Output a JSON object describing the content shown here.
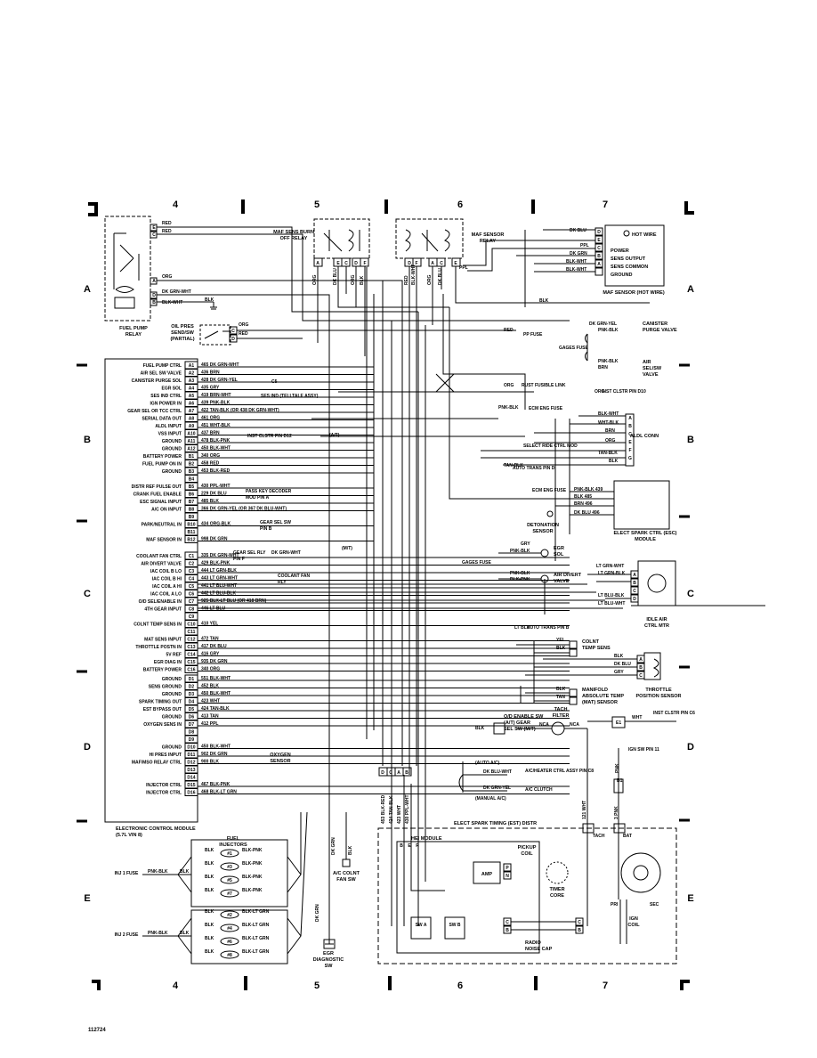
{
  "grid": {
    "columns": [
      "4",
      "5",
      "6",
      "7"
    ],
    "rows": [
      "A",
      "B",
      "C",
      "D",
      "E"
    ]
  },
  "figure_id": "112724",
  "components": {
    "fuel_pump_relay": "FUEL PUMP RELAY",
    "maf_burn_off_relay": "MAF SENS BURN OFF RELAY",
    "maf_sensor_relay": "MAF SENSOR RELAY",
    "maf_sensor": "MAF SENSOR (HOT WIRE)",
    "oil_pres_sw": "OIL PRES SEND/SW (PARTIAL)",
    "ecm": "ELECTRONIC CONTROL MODULE (5.7L VIN 8)",
    "fuel_injectors": "FUEL INJECTORS",
    "esc_module": "ELECT SPARK CTRL (ESC) MODULE",
    "detonation_sensor": "DETONATION SENSOR",
    "egr_sol": "EGR SOL",
    "air_divert_valve": "AIR DIVERT VALVE",
    "idle_air_ctrl_mtr": "IDLE AIR CTRL MTR",
    "colnt_temp_sens": "COLNT TEMP SENS",
    "throttle_position_sensor": "THROTTLE POSITION SENSOR",
    "manifold_abs_temp_sensor": "MANIFOLD ABSOLUTE TEMP (MAT) SENSOR",
    "oxygen_sensor": "OXYGEN SENSOR",
    "tach_filter": "TACH FILTER",
    "hei_module": "HEI MODULE",
    "est_distr": "ELECT SPARK TIMING (EST) DISTR",
    "pickup_coil": "PICKUP COIL",
    "timer_core": "TIMER CORE",
    "ign_coil": "IGN COIL",
    "radio_noise_cap": "RADIO NOISE CAP",
    "aldl_conn": "ALDL CONN",
    "canister_purge_valve": "CANISTER PURGE VALVE",
    "air_sel_sw_valve": "AIR SEL/SW VALVE",
    "colnt_fan_sw": "A/C COLNT FAN SW",
    "egr_diagnostic_sw": "EGR DIAGNOSTIC SW",
    "gear_sel_sw": "O/D ENABLE SW (A/T) GEAR SEL SW (M/T)"
  },
  "maf_sensor_pins": [
    "POWER",
    "SENS OUTPUT",
    "SENS COMMON",
    "GROUND"
  ],
  "maf_sensor_top": "HOT WIRE",
  "ecm_pins": [
    {
      "label": "FUEL PUMP CTRL",
      "pin": "A1",
      "wire": "465 DK GRN-WHT"
    },
    {
      "label": "AIR SEL SW VALVE",
      "pin": "A2",
      "wire": "436 BRN"
    },
    {
      "label": "CANISTER PURGE SOL",
      "pin": "A3",
      "wire": "428 DK GRN-YEL"
    },
    {
      "label": "EGR SOL",
      "pin": "A4",
      "wire": "435 GRY"
    },
    {
      "label": "SES IND CTRL",
      "pin": "A5",
      "wire": "419 BRN-WHT"
    },
    {
      "label": "IGN POWER IN",
      "pin": "A6",
      "wire": "439 PNK-BLK"
    },
    {
      "label": "GEAR SEL OR TCC CTRL",
      "pin": "A7",
      "wire": "422 TAN-BLK (OR 438 DK GRN-WHT)"
    },
    {
      "label": "SERIAL DATA OUT",
      "pin": "A8",
      "wire": "461 ORG"
    },
    {
      "label": "ALDL INPUT",
      "pin": "A9",
      "wire": "451 WHT-BLK"
    },
    {
      "label": "VSS INPUT",
      "pin": "A10",
      "wire": "437 BRN"
    },
    {
      "label": "GROUND",
      "pin": "A11",
      "wire": "478 BLK-PNK"
    },
    {
      "label": "GROUND",
      "pin": "A12",
      "wire": "450 BLK-WHT"
    },
    {
      "label": "BATTERY POWER",
      "pin": "B1",
      "wire": "340 ORG"
    },
    {
      "label": "FUEL PUMP ON IN",
      "pin": "B2",
      "wire": "458 RED"
    },
    {
      "label": "GROUND",
      "pin": "B3",
      "wire": "453 BLK-RED"
    },
    {
      "label": "",
      "pin": "B4",
      "wire": ""
    },
    {
      "label": "DISTR REF PULSE OUT",
      "pin": "B5",
      "wire": "430 PPL-WHT"
    },
    {
      "label": "CRANK FUEL ENABLE",
      "pin": "B6",
      "wire": "229 DK BLU"
    },
    {
      "label": "ESC SIGNAL INPUT",
      "pin": "B7",
      "wire": "485 BLK"
    },
    {
      "label": "A/C ON INPUT",
      "pin": "B8",
      "wire": "366 DK GRN-YEL (OR 367 DK BLU-WHT)"
    },
    {
      "label": "",
      "pin": "B9",
      "wire": ""
    },
    {
      "label": "PARK/NEUTRAL IN",
      "pin": "B10",
      "wire": "434 ORG-BLK"
    },
    {
      "label": "",
      "pin": "B11",
      "wire": ""
    },
    {
      "label": "MAF SENSOR IN",
      "pin": "B12",
      "wire": "998 DK GRN"
    },
    {
      "label": "COOLANT FAN CTRL",
      "pin": "C1",
      "wire": "335 DK GRN-WHT"
    },
    {
      "label": "AIR DIVERT VALVE",
      "pin": "C2",
      "wire": "429 BLK-PNK"
    },
    {
      "label": "IAC COIL B LO",
      "pin": "C3",
      "wire": "444 LT GRN-BLK"
    },
    {
      "label": "IAC COIL B HI",
      "pin": "C4",
      "wire": "443 LT GRN-WHT"
    },
    {
      "label": "IAC COIL A HI",
      "pin": "C5",
      "wire": "441 LT BLU-WHT"
    },
    {
      "label": "IAC COIL A LO",
      "pin": "C6",
      "wire": "442 LT BLU-BLK"
    },
    {
      "label": "O/D SEL/ENABLE IN",
      "pin": "C7",
      "wire": "925 BLK-LT BLU (OR 418 BRN)"
    },
    {
      "label": "4TH GEAR INPUT",
      "pin": "C8",
      "wire": "446 LT BLU"
    },
    {
      "label": "",
      "pin": "C9",
      "wire": ""
    },
    {
      "label": "COLNT TEMP SENS IN",
      "pin": "C10",
      "wire": "410 YEL"
    },
    {
      "label": "",
      "pin": "C11",
      "wire": ""
    },
    {
      "label": "MAT SENS INPUT",
      "pin": "C12",
      "wire": "472 TAN"
    },
    {
      "label": "THROTTLE POSTN IN",
      "pin": "C13",
      "wire": "417 DK BLU"
    },
    {
      "label": "5V REF",
      "pin": "C14",
      "wire": "416 GRY"
    },
    {
      "label": "EGR DIAG IN",
      "pin": "C15",
      "wire": "935 DK GRN"
    },
    {
      "label": "BATTERY POWER",
      "pin": "C16",
      "wire": "340 ORG"
    },
    {
      "label": "GROUND",
      "pin": "D1",
      "wire": "551 BLK-WHT"
    },
    {
      "label": "SENS GROUND",
      "pin": "D2",
      "wire": "452 BLK"
    },
    {
      "label": "GROUND",
      "pin": "D3",
      "wire": "450 BLK-WHT"
    },
    {
      "label": "SPARK TIMING OUT",
      "pin": "D4",
      "wire": "423 WHT"
    },
    {
      "label": "EST BYPASS OUT",
      "pin": "D5",
      "wire": "424 TAN-BLK"
    },
    {
      "label": "GROUND",
      "pin": "D6",
      "wire": "413 TAN"
    },
    {
      "label": "OXYGEN SENS IN",
      "pin": "D7",
      "wire": "412 PPL"
    },
    {
      "label": "",
      "pin": "D8",
      "wire": ""
    },
    {
      "label": "",
      "pin": "D9",
      "wire": ""
    },
    {
      "label": "GROUND",
      "pin": "D10",
      "wire": "450 BLK-WHT"
    },
    {
      "label": "HI PRES INPUT",
      "pin": "D11",
      "wire": "902 DK GRN"
    },
    {
      "label": "MAF/MSO RELAY CTRL",
      "pin": "D12",
      "wire": "900 BLK"
    },
    {
      "label": "",
      "pin": "D13",
      "wire": ""
    },
    {
      "label": "",
      "pin": "D14",
      "wire": ""
    },
    {
      "label": "INJECTOR CTRL",
      "pin": "D15",
      "wire": "467 BLK-PNK"
    },
    {
      "label": "INJECTOR CTRL",
      "pin": "D16",
      "wire": "468 BLK-LT GRN"
    }
  ],
  "ecm_notes": {
    "ses_ind": "SES IND (TELLTALE ASSY)",
    "inst_clstr_d12": "INST CLSTR PIN D12",
    "at": "(A/T)",
    "mt": "(M/T)",
    "pass_key": "PASS KEY DECODER MOD PIN A",
    "gear_sel_sw_pin_b": "GEAR SEL SW PIN B",
    "gear_sel_rly": "GEAR SEL RLY PIN F",
    "gear_sel_rly_wire": "DK GRN-WHT",
    "coolant_fan_rly": "COOLANT FAN RLY",
    "c5": "C5"
  },
  "right_labels": {
    "canister_wire_1": "DK GRN-YEL",
    "canister_wire_2": "PNK-BLK",
    "gages_fuse": "GAGES FUSE",
    "air_sel_wire": "PNK-BLK",
    "air_sel_wire2": "BRN",
    "pp_fuse": "PP FUSE",
    "pp_wire": "RED",
    "rust_fusible": "RUST FUSIBLE LINK",
    "rust_wire": "ORG",
    "inst_clstr_d10": "INST CLSTR PIN D10",
    "inst_wire": "ORG",
    "ecm_eng_fuse": "ECM ENG FUSE",
    "ecm_eng_wire": "PNK-BLK",
    "select_ride": "SELECT RIDE CTRL MOD",
    "blk_wht": "BLK-WHT",
    "wht_blk": "WHT-BLK",
    "brn": "BRN",
    "orgw": "ORG",
    "tan_blk": "TAN-BLK",
    "blk": "BLK",
    "auto_trans_d": "AUTO TRANS PIN D",
    "ecm_eng_fuse2": "ECM ENG FUSE",
    "esc_w1": "PNK-BLK 439",
    "esc_w2": "BLK 485",
    "esc_w3": "BRN 496",
    "esc_w4": "DK BLU 496",
    "egr_gry": "GRY",
    "egr_pnk": "PNK-BLK",
    "air_pnk": "PNK-BLK",
    "air_blk": "BLK-PNK",
    "gages_fuse2": "GAGES FUSE",
    "iac_w1": "LT GRN-WHT",
    "iac_w2": "LT GRN-BLK",
    "iac_w3": "LT BLU-BLK",
    "iac_w4": "LT BLU-WHT",
    "auto_trans_b": "AUTO TRANS PIN B",
    "lt_blu": "LT BLU",
    "colnt_yel": "YEL",
    "colnt_blk": "BLK",
    "tps_blk": "BLK",
    "tps_dkblu": "DK BLU",
    "tps_gry": "GRY",
    "mat_blk": "BLK",
    "mat_tan": "TAN",
    "inst_clstr_c6": "INST CLSTR PIN C6",
    "wht": "WHT",
    "e1": "E1",
    "blk_gs": "BLK",
    "nca": "NCA",
    "ign_sw_pin": "IGN SW PIN 11",
    "pnk": "PNK",
    "auto_ac": "(AUTO A/C)",
    "dkblu_wht": "DK BLU-WHT",
    "ac_heater": "A/C/HEATER CTRL ASSY PIN C8",
    "dkgrn_yel": "DK GRN-YEL",
    "ac_clutch": "A/C CLUTCH",
    "manual_ac": "(MANUAL A/C)",
    "tach": "TACH",
    "bat": "BAT",
    "w121": "121 WHT",
    "w3": "3 PNK",
    "b1": "B1",
    "blk_maf": "BLK",
    "dk_blu": "DK BLU",
    "ppl": "PPL",
    "dk_grn": "DK GRN",
    "blk_wht_maf": "BLK-WHT",
    "blk_wht2": "BLK-WHT",
    "ppl2": "PPL",
    "org_fp": "ORG",
    "red1": "RED",
    "red2": "RED",
    "dkgrnwht": "DK GRN-WHT",
    "blkwht": "BLK-WHT",
    "blk_fp": "BLK",
    "org_op": "ORG",
    "red_op": "RED"
  },
  "hei": {
    "amp": "AMP",
    "sw_a": "SW A",
    "sw_b": "SW B",
    "pri": "PRI",
    "sec": "SEC",
    "d_pins": [
      "D",
      "C",
      "A",
      "B"
    ],
    "d_wires": [
      "453 BLK-RED",
      "424 TAN-BLK",
      "423 WHT",
      "430 PPL-WHT"
    ],
    "hei_pins": [
      "B",
      "E",
      "R"
    ],
    "pu_pins": [
      "P",
      "N"
    ],
    "cb": [
      "C",
      "B"
    ],
    "coil_cb": [
      "C",
      "B"
    ]
  },
  "injectors": {
    "inj1_fuse": "INJ 1 FUSE",
    "inj2_fuse": "INJ 2 FUSE",
    "pnk_blk": "PNK-BLK",
    "blk": "BLK",
    "bank1": [
      "#1",
      "#3",
      "#5",
      "#7"
    ],
    "bank2": [
      "#2",
      "#4",
      "#6",
      "#8"
    ],
    "bank1_wire": "BLK-PNK",
    "bank2_wire": "BLK-LT GRN"
  },
  "lower_labels": {
    "dk_grn_fan": "DK GRN",
    "blk_fan": "BLK",
    "dk_grn_egr": "DK GRN"
  },
  "relay_pins": {
    "fp": [
      "E",
      "C",
      "A",
      "D",
      "B"
    ],
    "burn": [
      "A",
      "E",
      "C",
      "D",
      "F"
    ],
    "maf_r": [
      "D",
      "F",
      "A",
      "C",
      "E"
    ],
    "maf_s": [
      "D",
      "E",
      "C",
      "B",
      "A"
    ],
    "oil": [
      "C",
      "D"
    ],
    "aldl": [
      "A",
      "B",
      "C",
      "E",
      "F",
      "G"
    ],
    "iac": [
      "A",
      "B",
      "C",
      "D"
    ],
    "tps": [
      "A",
      "B",
      "C"
    ],
    "maf_w_burn": [
      "ORG",
      "DK BLU",
      "ORG",
      "BLK"
    ],
    "maf_w_r": [
      "RED",
      "BLK-WHT",
      "ORG",
      "DK BLU"
    ]
  }
}
